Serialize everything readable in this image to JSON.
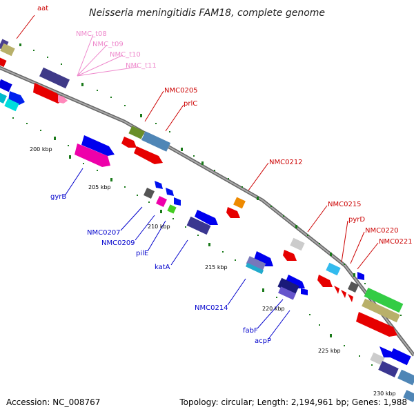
{
  "title": "Neisseria meningitidis FAM18, complete genome",
  "footer": {
    "accession": "Accession: NC_008767",
    "topology": "Topology: circular; Length: 2,194,961 bp; Genes: 1,988"
  },
  "ticks": [
    "200 kbp",
    "205 kbp",
    "210 kbp",
    "215 kbp",
    "220 kbp",
    "225 kbp",
    "230 kbp"
  ],
  "labels": {
    "aat": "aat",
    "nmc_t08": "NMC_t08",
    "nmc_t09": "NMC_t09",
    "nmc_t10": "NMC_t10",
    "nmc_t11": "NMC_t11",
    "nmc0205": "NMC0205",
    "prlc": "prlC",
    "nmc0212": "NMC0212",
    "nmc0215": "NMC0215",
    "pyrd": "pyrD",
    "nmc0220": "NMC0220",
    "nmc0221": "NMC0221",
    "gyrb": "gyrB",
    "nmc0207": "NMC0207",
    "nmc0209": "NMC0209",
    "pile": "pilE",
    "kata": "katA",
    "nmc0214": "NMC0214",
    "fabf": "fabF",
    "acpp": "acpP"
  },
  "colors": {
    "forward_label": "#cc0000",
    "reverse_label": "#0000cc",
    "trna_label": "#ee88cc",
    "backbone": "#888888",
    "tick_mark": "#1a7a1a"
  }
}
